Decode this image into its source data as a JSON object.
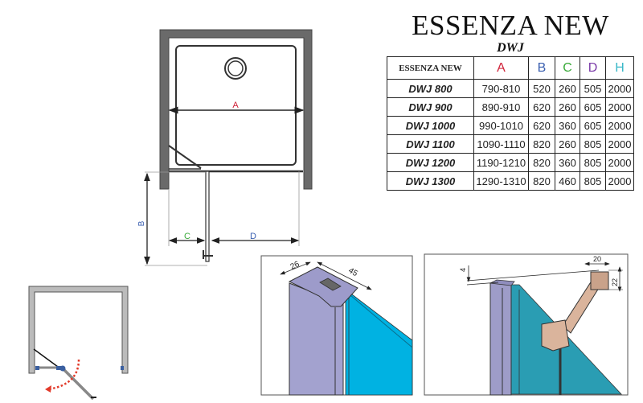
{
  "title": "ESSENZA NEW",
  "subtitle": "DWJ",
  "colors": {
    "A": "#d0243a",
    "B": "#3a5fb0",
    "C": "#3aaa3a",
    "D": "#7a3aa8",
    "H": "#3ab8c8",
    "wall": "#666666",
    "glass_light": "#00b2e2",
    "glass_teal": "#2a9db3",
    "profile": "#9e9cc8",
    "bracket": "#dab49c",
    "arrow": "#e23a2a"
  },
  "table": {
    "headers": [
      "ESSENZA  NEW",
      "A",
      "B",
      "C",
      "D",
      "H"
    ],
    "rows": [
      {
        "model": "DWJ 800",
        "A": "790-810",
        "B": "520",
        "C": "260",
        "D": "505",
        "H": "2000"
      },
      {
        "model": "DWJ 900",
        "A": "890-910",
        "B": "620",
        "C": "260",
        "D": "605",
        "H": "2000"
      },
      {
        "model": "DWJ 1000",
        "A": "990-1010",
        "B": "620",
        "C": "360",
        "D": "605",
        "H": "2000"
      },
      {
        "model": "DWJ 1100",
        "A": "1090-1110",
        "B": "820",
        "C": "260",
        "D": "805",
        "H": "2000"
      },
      {
        "model": "DWJ 1200",
        "A": "1190-1210",
        "B": "820",
        "C": "360",
        "D": "805",
        "H": "2000"
      },
      {
        "model": "DWJ 1300",
        "A": "1290-1310",
        "B": "820",
        "C": "460",
        "D": "805",
        "H": "2000"
      }
    ]
  },
  "plan": {
    "label_a": "A",
    "label_b": "B",
    "label_c": "C",
    "label_d": "D"
  },
  "detail_left": {
    "dim1": "26",
    "dim2": "45"
  },
  "detail_right": {
    "dim1": "4",
    "dim2": "20",
    "dim3": "22"
  }
}
